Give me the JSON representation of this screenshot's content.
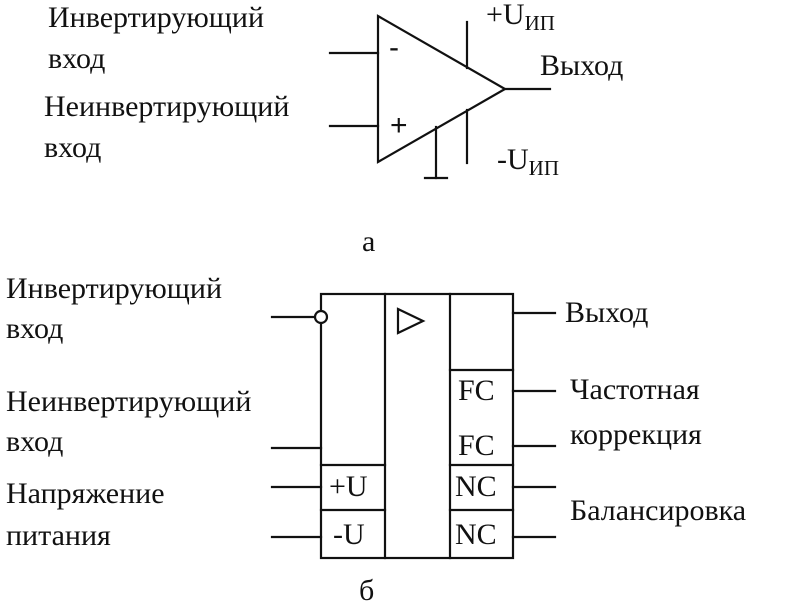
{
  "diagram_a": {
    "inverting_label_1": "Инвертирующий",
    "inverting_label_2": "вход",
    "noninverting_label_1": "Неинвертирующий",
    "noninverting_label_2": "вход",
    "minus_sign": "-",
    "plus_sign": "+",
    "supply_plus_prefix": "+U",
    "supply_plus_sub": "ИП",
    "supply_minus_prefix": "-U",
    "supply_minus_sub": "ИП",
    "output_label": "Выход",
    "caption": "а"
  },
  "diagram_b": {
    "inverting_label_1": "Инвертирующий",
    "inverting_label_2": "вход",
    "noninverting_label_1": "Неинвертирующий",
    "noninverting_label_2": "вход",
    "supply_label_1": "Напряжение",
    "supply_label_2": "питания",
    "plus_u": "+U",
    "minus_u": "-U",
    "fc_1": "FC",
    "fc_2": "FC",
    "nc_1": "NC",
    "nc_2": "NC",
    "output_label": "Выход",
    "freq_label_1": "Частотная",
    "freq_label_2": "коррекция",
    "balance_label": "Балансировка",
    "caption": "б"
  }
}
